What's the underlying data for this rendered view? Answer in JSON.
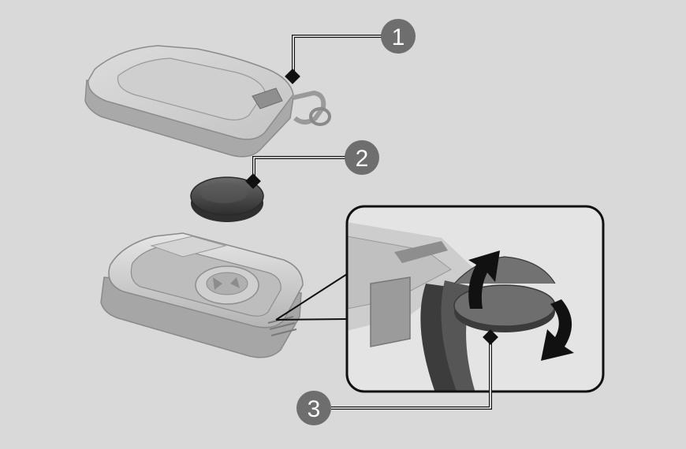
{
  "colors": {
    "background": "#d9d9d9",
    "callout_circle": "#6e6e6e",
    "callout_text": "#ffffff",
    "leader_line": "#ffffff",
    "key_shell": "#c9c9c9",
    "battery": "#4a4a4a",
    "arrow": "#111111"
  },
  "callouts": [
    {
      "label": "1",
      "target": "key-cover"
    },
    {
      "label": "2",
      "target": "coin-battery"
    },
    {
      "label": "3",
      "target": "battery-in-slot"
    }
  ]
}
